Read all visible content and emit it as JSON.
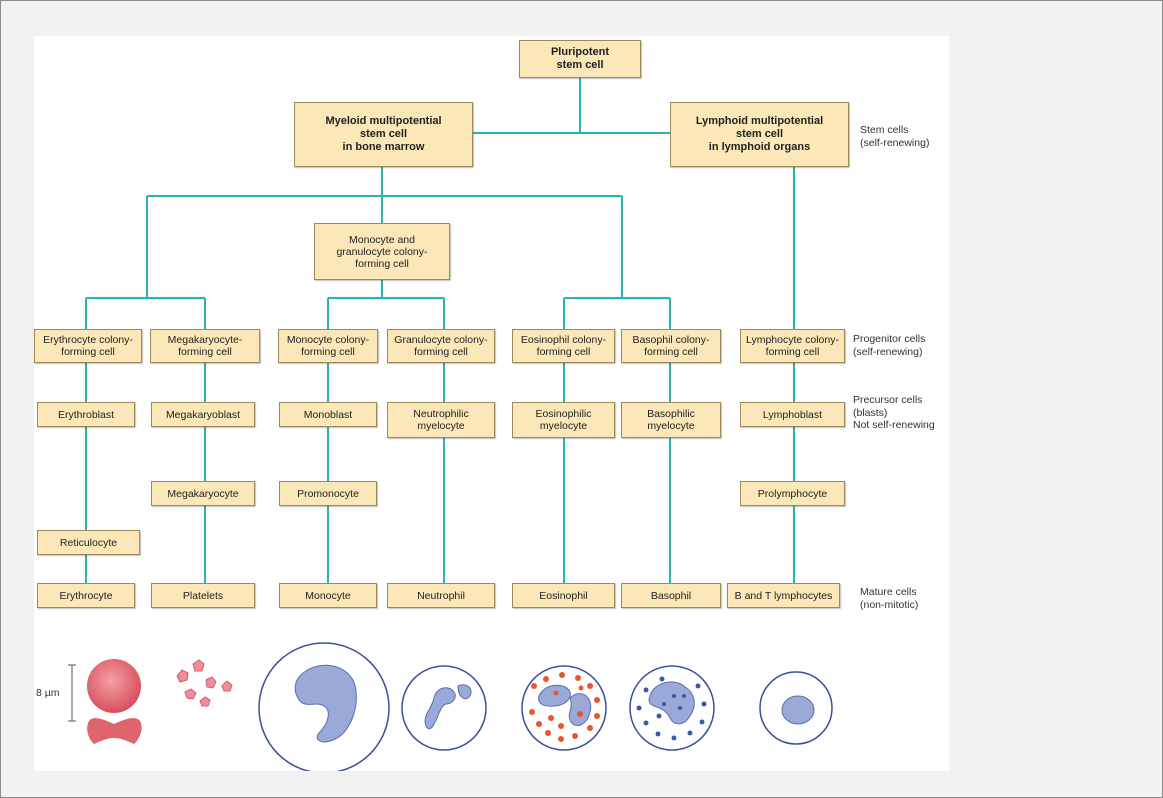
{
  "boxes": {
    "pluripotent": "Pluripotent\nstem cell",
    "myeloid": "Myeloid multipotential\nstem cell\nin bone marrow",
    "lymphoid": "Lymphoid multipotential\nstem cell\nin lymphoid organs",
    "mono_gran": "Monocyte and\ngranulocyte colony-\nforming cell",
    "ery_cfc": "Erythrocyte colony-\nforming cell",
    "mega_cfc": "Megakaryocyte-\nforming cell",
    "mono_cfc": "Monocyte colony-\nforming cell",
    "gran_cfc": "Granulocyte colony-\nforming cell",
    "eos_cfc": "Eosinophil colony-\nforming cell",
    "baso_cfc": "Basophil colony-\nforming cell",
    "lymph_cfc": "Lymphocyte colony-\nforming cell",
    "erythroblast": "Erythroblast",
    "megakaryoblast": "Megakaryoblast",
    "monoblast": "Monoblast",
    "neut_myelocyte": "Neutrophilic\nmyelocyte",
    "eos_myelocyte": "Eosinophilic\nmyelocyte",
    "baso_myelocyte": "Basophilic\nmyelocyte",
    "lymphoblast": "Lymphoblast",
    "megakaryocyte": "Megakaryocyte",
    "promonocyte": "Promonocyte",
    "prolymphocyte": "Prolymphocyte",
    "reticulocyte": "Reticulocyte",
    "erythrocyte": "Erythrocyte",
    "platelets": "Platelets",
    "monocyte": "Monocyte",
    "neutrophil": "Neutrophil",
    "eosinophil": "Eosinophil",
    "basophil": "Basophil",
    "b_t_lymphocytes": "B and T lymphocytes"
  },
  "side_labels": {
    "stem": "Stem cells\n(self-renewing)",
    "progenitor": "Progenitor cells\n(self-renewing)",
    "precursor": "Precursor cells\n(blasts)\nNot self-renewing",
    "mature": "Mature cells\n(non-mitotic)"
  },
  "scale_label": "8 µm",
  "colors": {
    "box_fill": "#fbe7b8",
    "connector": "#2ab3b0",
    "cell_outline": "#3a4f9a",
    "nucleus": "#9aa9d8",
    "erythrocyte": "#e0646e",
    "eosinophil_granules": "#e8552f"
  }
}
